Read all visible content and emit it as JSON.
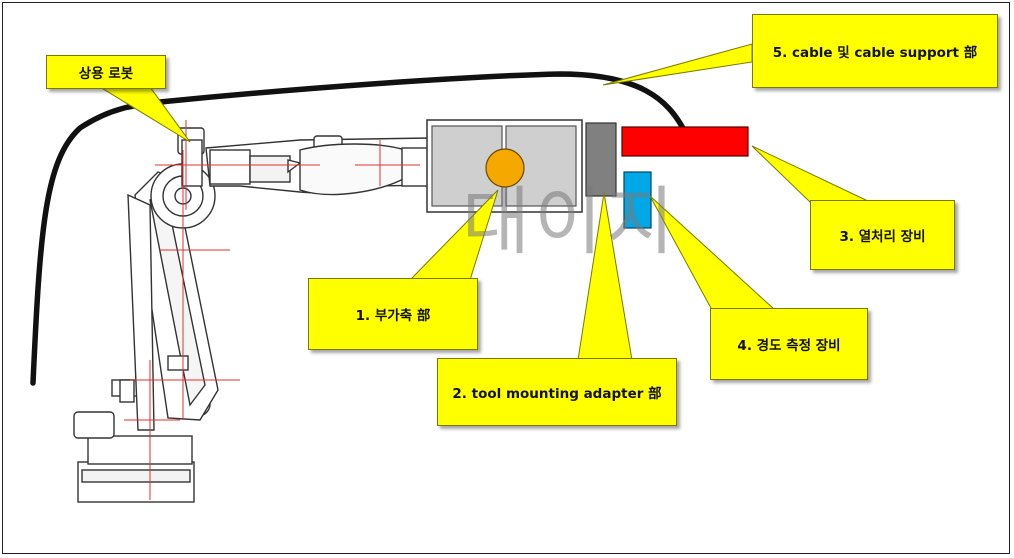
{
  "callouts": {
    "robot": "상용 로봇",
    "cable": "5. cable 및 cable support 部",
    "heat": "3. 열처리 장비",
    "axis": "1. 부가축 部",
    "adapter": "2. tool mounting adapter 部",
    "hardness": "4. 경도 측정 장비"
  },
  "watermark": "대이지",
  "colors": {
    "callout_fill": "#ffff00",
    "heat_block": "#ff0000",
    "hardness_block": "#00a8e8",
    "axis_hub": "#f5a800",
    "adapter_block": "#808080",
    "axis_panels": "#cfcfcf",
    "cable": "#111111"
  }
}
